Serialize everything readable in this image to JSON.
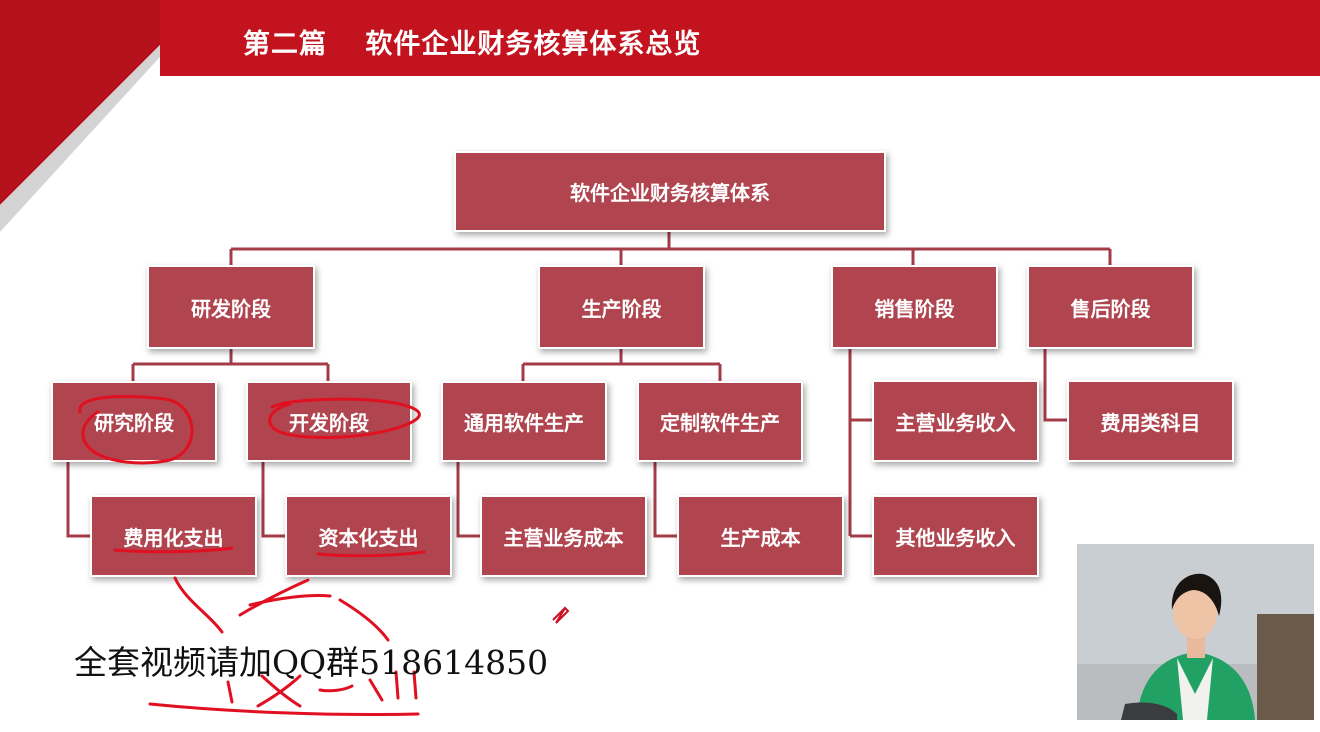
{
  "header": {
    "title": "第二篇　 软件企业财务核算体系总览",
    "accent_color": "#c2131f"
  },
  "org_chart": {
    "root": "软件企业财务核算体系",
    "stages": [
      {
        "label": "研发阶段",
        "children": [
          {
            "label": "研究阶段",
            "children": [
              "费用化支出"
            ]
          },
          {
            "label": "开发阶段",
            "children": [
              "资本化支出"
            ]
          }
        ]
      },
      {
        "label": "生产阶段",
        "children": [
          {
            "label": "通用软件生产",
            "children": [
              "主营业务成本"
            ]
          },
          {
            "label": "定制软件生产",
            "children": [
              "生产成本"
            ]
          }
        ]
      },
      {
        "label": "销售阶段",
        "children": [
          "主营业务收入",
          "其他业务收入"
        ]
      },
      {
        "label": "售后阶段",
        "children": [
          "费用类科目"
        ]
      }
    ],
    "node_color": "#b0454f",
    "connector_color": "#a33c47"
  },
  "watermark": {
    "text": "全套视频请加QQ群518614850"
  },
  "annotation_color": "#e01020"
}
